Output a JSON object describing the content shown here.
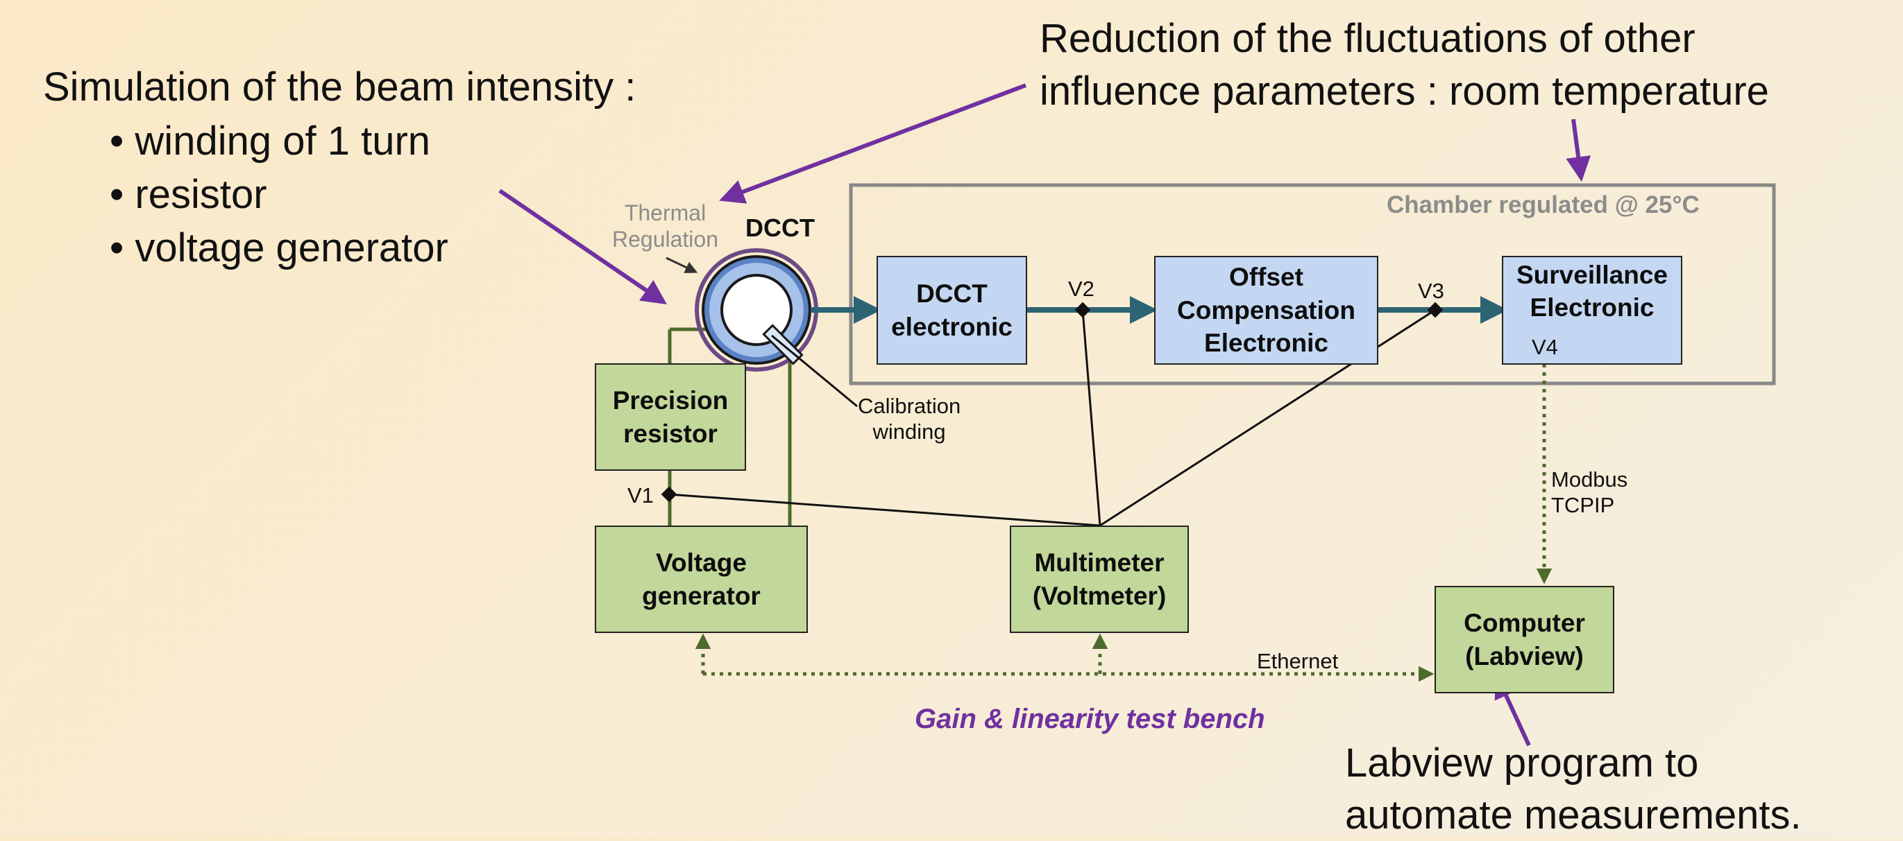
{
  "left_note": {
    "title": "Simulation of the beam intensity :",
    "bullets": [
      "• winding of 1 turn",
      "• resistor",
      "• voltage generator"
    ]
  },
  "top_note": {
    "line1": "Reduction of the fluctuations of other",
    "line2": "influence parameters : room temperature"
  },
  "bottom_note": {
    "line1": "Labview program to",
    "line2": "automate measurements."
  },
  "chamber": {
    "label": "Chamber regulated @ 25°C"
  },
  "dcct": {
    "label": "DCCT",
    "thermal": "Thermal\nRegulation",
    "calibration": "Calibration\nwinding"
  },
  "boxes": {
    "dcct_electronic": "DCCT\nelectronic",
    "offset": "Offset\nCompensation\nElectronic",
    "surveillance": "Surveillance\nElectronic",
    "precision": "Precision\nresistor",
    "voltage_gen": "Voltage\ngenerator",
    "multimeter": "Multimeter\n(Voltmeter)",
    "computer": "Computer\n(Labview)"
  },
  "nodes": {
    "v1": "V1",
    "v2": "V2",
    "v3": "V3",
    "v4": "V4"
  },
  "links": {
    "modbus": "Modbus\nTCPIP",
    "ethernet": "Ethernet"
  },
  "caption": "Gain & linearity test bench",
  "colors": {
    "box_blue": "#c4d7f2",
    "box_green": "#c2d79a",
    "signal_arrow": "#2c6474",
    "wire_green": "#4f6b2c",
    "annotation_purple": "#7030a0",
    "chamber_border": "#888888"
  }
}
